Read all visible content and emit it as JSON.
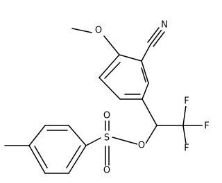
{
  "molecule": {
    "atoms": {
      "N": "N",
      "O_methoxy": "O",
      "O_ester": "O",
      "S": "S",
      "O_sulfonyl_top": "O",
      "O_sulfonyl_bottom": "O",
      "F_top": "F",
      "F_right": "F",
      "F_bottom": "F"
    }
  }
}
